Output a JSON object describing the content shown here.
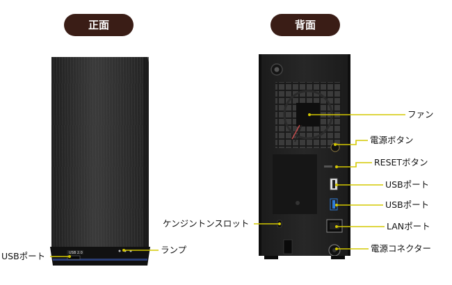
{
  "headings": {
    "front": "正面",
    "back": "背面"
  },
  "front_labels": {
    "usb_port": "USBポート",
    "lamp": "ランプ"
  },
  "back_labels": {
    "kensington": "ケンジントンスロット",
    "fan": "ファン",
    "power_button": "電源ボタン",
    "reset_button": "RESETボタン",
    "usb_port_1": "USBポート",
    "usb_port_2": "USBポート",
    "lan_port": "LANポート",
    "power_connector": "電源コネクター"
  },
  "device_markings": {
    "front_usb": "USB 2.0"
  },
  "colors": {
    "pill_bg": "#3a1d16",
    "leader_line": "#d4c800",
    "device_body": "#2b2b2b",
    "usb3_port": "#2f7bd6"
  }
}
